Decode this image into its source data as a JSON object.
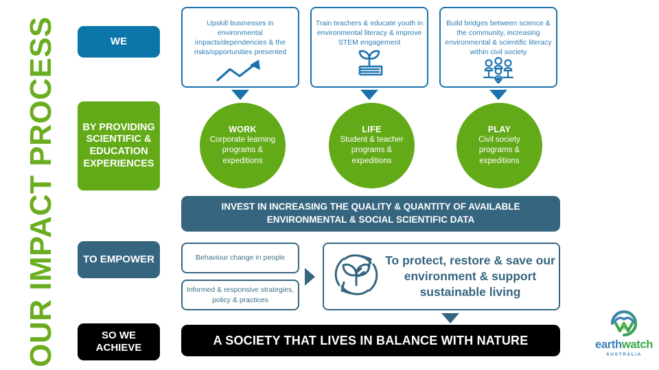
{
  "title": "OUR IMPACT PROCESS",
  "colors": {
    "green": "#62aa17",
    "blue": "#0d76a8",
    "card_blue": "#1a72ad",
    "slate": "#35657f",
    "black": "#000000",
    "white": "#ffffff"
  },
  "stages": [
    {
      "id": "we",
      "label": "WE"
    },
    {
      "id": "by",
      "label": "BY PROVIDING SCIENTIFIC & EDUCATION EXPERIENCES"
    },
    {
      "id": "empower",
      "label": "TO EMPOWER"
    },
    {
      "id": "achieve",
      "label": "SO WE ACHIEVE"
    }
  ],
  "activity_cards": [
    {
      "text": "Upskill businesses in environmental impacts/dependencies & the risks/opportunities presented",
      "icon": "growth-chart-icon"
    },
    {
      "text": "Train teachers & educate youth in environmental literacy & improve STEM engagement",
      "icon": "book-sprout-icon"
    },
    {
      "text": "Build bridges between science & the community, increasing environmental & scientific literacy within civil society",
      "icon": "community-people-icon"
    }
  ],
  "circles": [
    {
      "title": "WORK",
      "body": "Corporate learning programs & expeditions"
    },
    {
      "title": "LIFE",
      "body": "Student & teacher programs & expeditions"
    },
    {
      "title": "PLAY",
      "body": "Civil society programs & expeditions"
    }
  ],
  "invest_banner": "INVEST IN INCREASING THE QUALITY & QUANTITY OF AVAILABLE ENVIRONMENTAL & SOCIAL SCIENTIFIC DATA",
  "empower_boxes": [
    "Behaviour change in people",
    "Informed & responsive strategies, policy & practices"
  ],
  "outcome": {
    "text": "To protect, restore & save our environment & support sustainable living",
    "icon": "leaf-recycle-icon"
  },
  "achievement_banner": "A SOCIETY THAT LIVES IN BALANCE WITH NATURE",
  "logo": {
    "name": "earthwatch-logo",
    "wordmark_earth": "earth",
    "wordmark_watch": "watch",
    "subtitle": "AUSTRALIA",
    "earth_color": "#3b7fb8",
    "watch_color": "#3aa84a"
  }
}
